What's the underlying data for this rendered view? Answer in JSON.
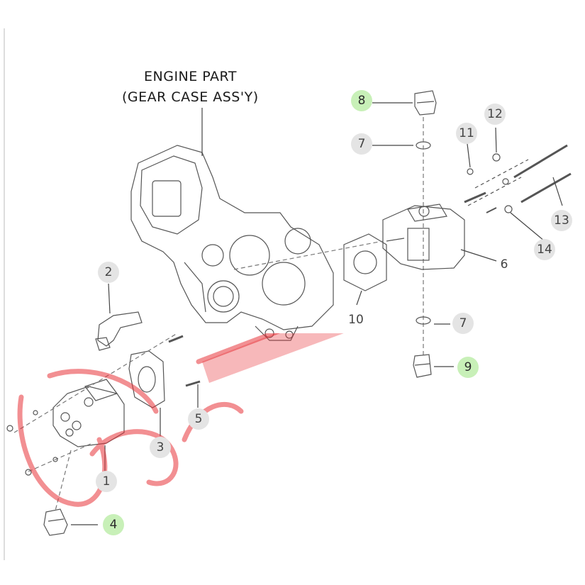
{
  "diagram": {
    "title_line1": "ENGINE PART",
    "title_line2": "(GEAR CASE ASS'Y)",
    "callouts": {
      "c1": "1",
      "c2": "2",
      "c3": "3",
      "c4": "4",
      "c5": "5",
      "c6": "6",
      "c7a": "7",
      "c7b": "7",
      "c8": "8",
      "c9": "9",
      "c10": "10",
      "c11": "11",
      "c12": "12",
      "c13": "13",
      "c14": "14"
    },
    "highlight_color": "#c8f0b8",
    "callout_color": "#e4e4e4",
    "watermark_color": "#e8343a"
  }
}
